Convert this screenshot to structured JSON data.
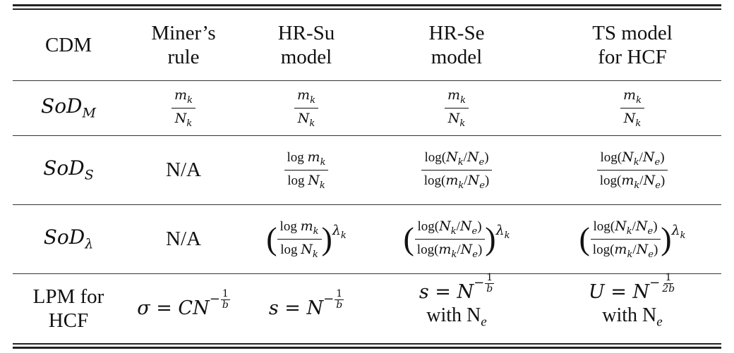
{
  "header": [
    "CDM",
    "Miner’s rule",
    "HR-Su model",
    "HR-Se model",
    "TS model for HCF"
  ],
  "header_lines": {
    "c1": [
      "Miner’s",
      "rule"
    ],
    "c2": [
      "HR-Su",
      "model"
    ],
    "c3": [
      "HR-Se",
      "model"
    ],
    "c4": [
      "TS model",
      "for HCF"
    ]
  },
  "rows": {
    "sodm": {
      "label": "SoD",
      "sub": "M"
    },
    "sods": {
      "label": "SoD",
      "sub": "S",
      "miner": "N/A"
    },
    "sodl": {
      "label": "SoD",
      "sub": "λ",
      "miner": "N/A"
    },
    "lpm": {
      "label_lines": [
        "LPM for",
        "HCF"
      ],
      "miner": "σ = CN",
      "hrsu": "s = N",
      "hrse": "s = N",
      "ts": "U = N",
      "with_text": "with N",
      "with_sub": "e",
      "exp_num": "1",
      "exp_den": "b",
      "exp_den_ts": "2b"
    }
  },
  "math": {
    "m": "m",
    "N": "N",
    "k": "k",
    "e": "e",
    "log": "log",
    "lambda": "λ"
  }
}
